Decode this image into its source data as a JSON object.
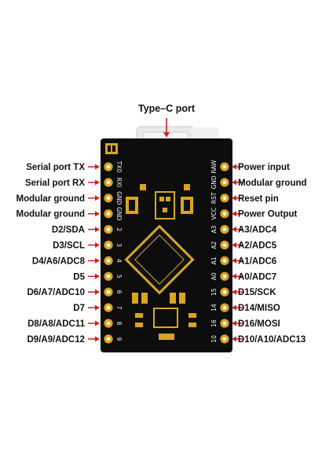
{
  "title": "Type–C port",
  "left_labels": [
    "Serial port TX",
    "Serial port RX",
    "Modular ground",
    "Modular ground",
    "D2/SDA",
    "D3/SCL",
    "D4/A6/ADC8",
    "D5",
    "D6/A7/ADC10",
    "D7",
    "D8/A8/ADC11",
    "D9/A9/ADC12"
  ],
  "right_labels": [
    "Power input",
    "Modular ground",
    "Reset pin",
    "Power Output",
    "A3/ADC4",
    "A2/ADC5",
    "A1/ADC6",
    "A0/ADC7",
    "D15/SCK",
    "D14/MISO",
    "D16/MOSI",
    "D10/A10/ADC13"
  ],
  "left_silk": [
    "TX0",
    "RXI",
    "GND",
    "GND",
    "2",
    "3",
    "4",
    "5",
    "6",
    "7",
    "8",
    "9"
  ],
  "right_silk": [
    "RAW",
    "GND",
    "RST",
    "VCC",
    "A3",
    "A2",
    "A1",
    "A0",
    "15",
    "14",
    "16",
    "10"
  ],
  "colors": {
    "arrow": "#d42020",
    "board": "#0d0d0d",
    "gold": "#d9a520",
    "silk": "#f2f2f2",
    "usb": "#eeeeee"
  }
}
